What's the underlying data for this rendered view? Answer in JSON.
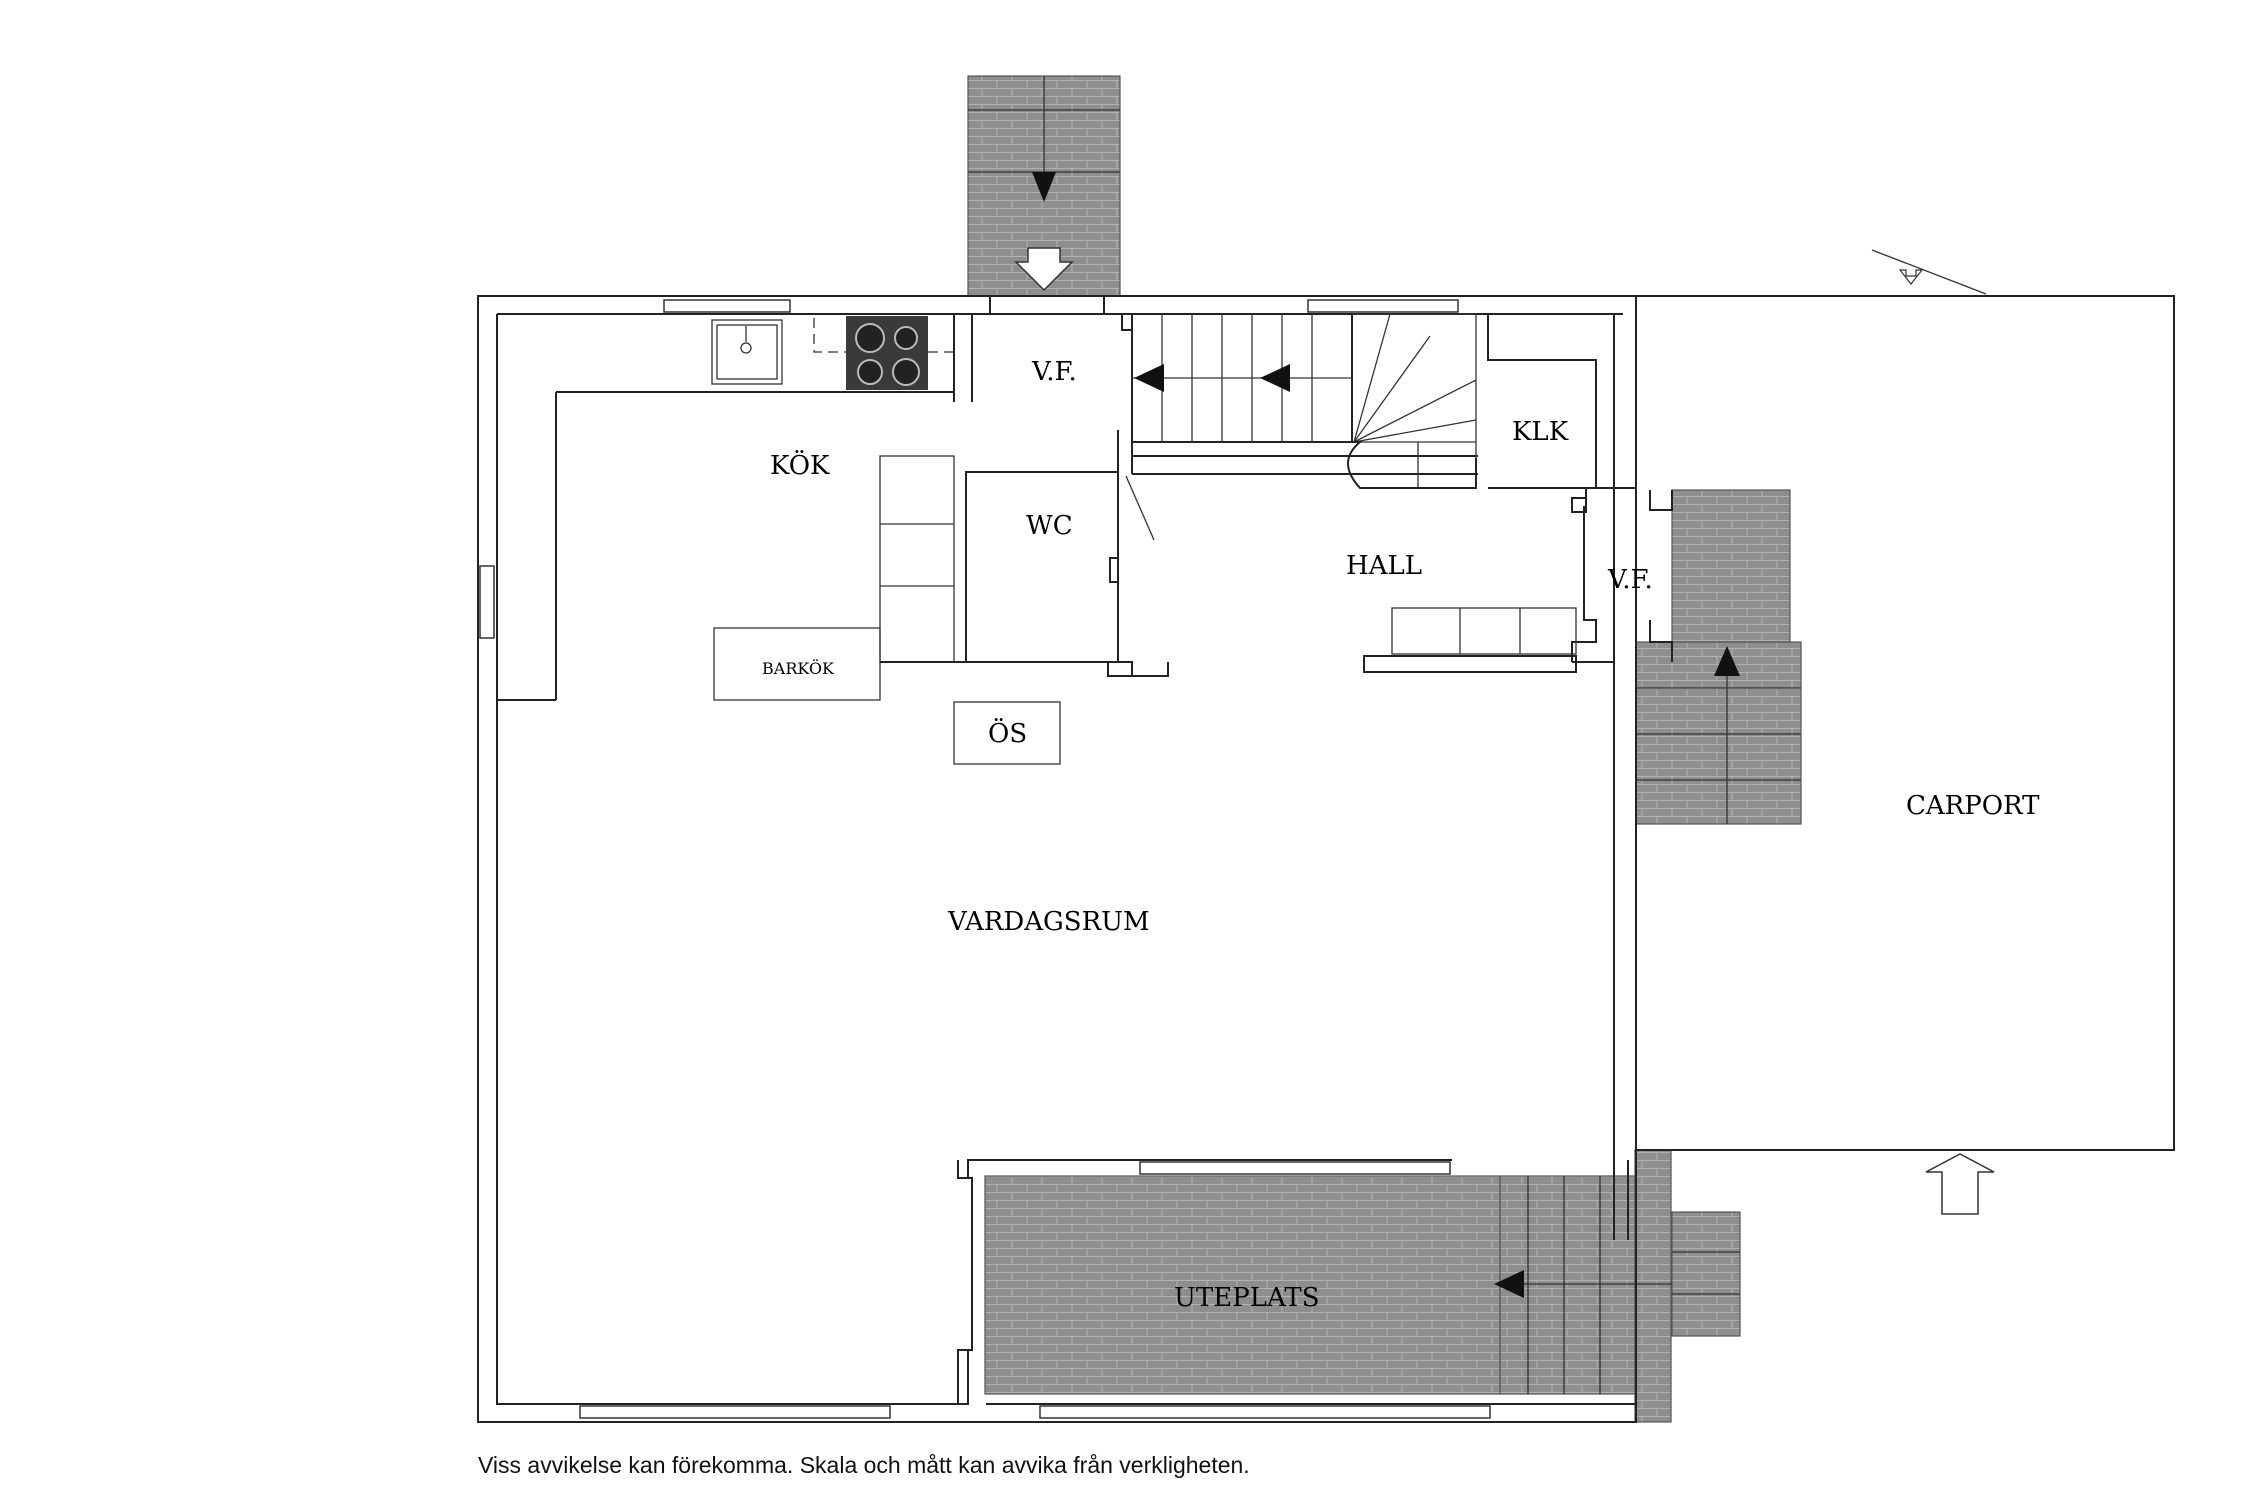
{
  "rooms": {
    "kok": "KÖK",
    "vf_north": "V.F.",
    "klk": "KLK",
    "wc": "WC",
    "hall": "HALL",
    "vf_east": "V.F.",
    "barkok": "BARKÖK",
    "os": "ÖS",
    "carport": "CARPORT",
    "vardagsrum": "VARDAGSRUM",
    "uteplats": "UTEPLATS"
  },
  "disclaimer": "Viss avvikelse kan förekomma. Skala och mått kan avvika från verkligheten.",
  "colors": {
    "paving": "#8c8c8c",
    "paving_joint": "#b4b4b4",
    "wall": "#222222",
    "hob": "#3a3a3a"
  }
}
